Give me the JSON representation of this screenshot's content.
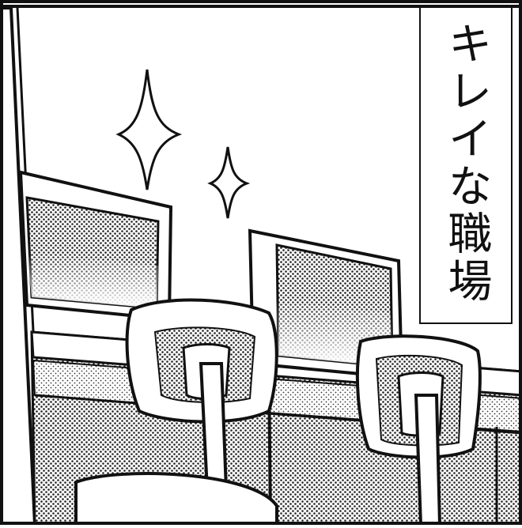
{
  "caption": {
    "text": "キレイな職場"
  },
  "colors": {
    "ink": "#111111",
    "paper": "#ffffff",
    "screentone": "#9a9a9a"
  },
  "scene": {
    "objects": [
      "sparkle-icon",
      "sparkle-icon",
      "computer-monitor",
      "computer-monitor",
      "office-chair",
      "office-chair",
      "desk"
    ]
  }
}
